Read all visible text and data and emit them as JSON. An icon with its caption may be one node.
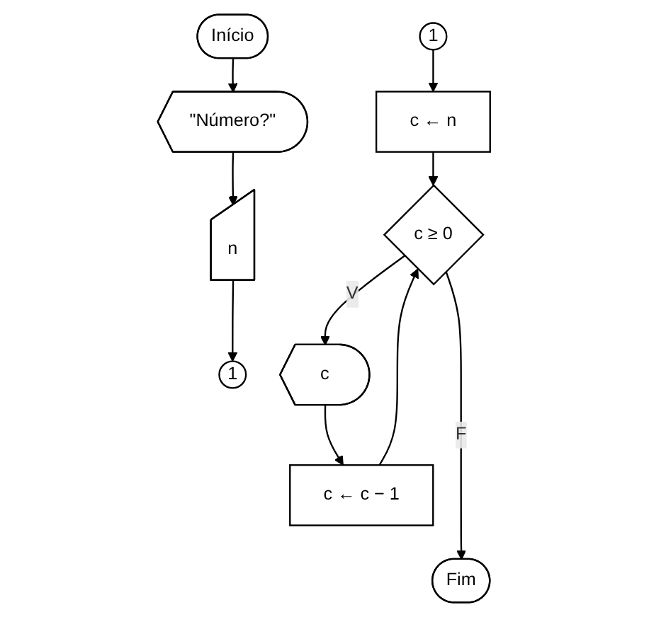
{
  "diagram": {
    "nodes": [
      {
        "text": [
          "Início"
        ]
      },
      {
        "text": [
          "\"Número?\""
        ]
      },
      {
        "text": [
          "n"
        ]
      },
      {
        "text": [
          "1"
        ]
      },
      {
        "text": [
          "1"
        ]
      },
      {
        "text": [
          "c ← n"
        ]
      },
      {
        "text": [
          "c ≥ 0"
        ]
      },
      {
        "text": [
          "c"
        ]
      },
      {
        "text": [
          "c ← c − 1"
        ]
      },
      {
        "text": [
          "Fim"
        ]
      }
    ],
    "edges": [
      {
        "from": 0,
        "to": 1,
        "arrow": "to"
      },
      {
        "from": 1,
        "to": 2,
        "arrow": "to"
      },
      {
        "from": 2,
        "to": 3,
        "arrow": "to"
      },
      {
        "from": 4,
        "to": 5,
        "arrow": "to"
      },
      {
        "from": 5,
        "to": 6,
        "arrow": "to"
      },
      {
        "from": 6,
        "to": 7,
        "label": "V",
        "arrow": "to"
      },
      {
        "from": 7,
        "to": 8,
        "arrow": "to"
      },
      {
        "from": 8,
        "to": 6,
        "arrow": "to"
      },
      {
        "from": 6,
        "to": 9,
        "label": "F",
        "arrow": "to"
      }
    ]
  }
}
